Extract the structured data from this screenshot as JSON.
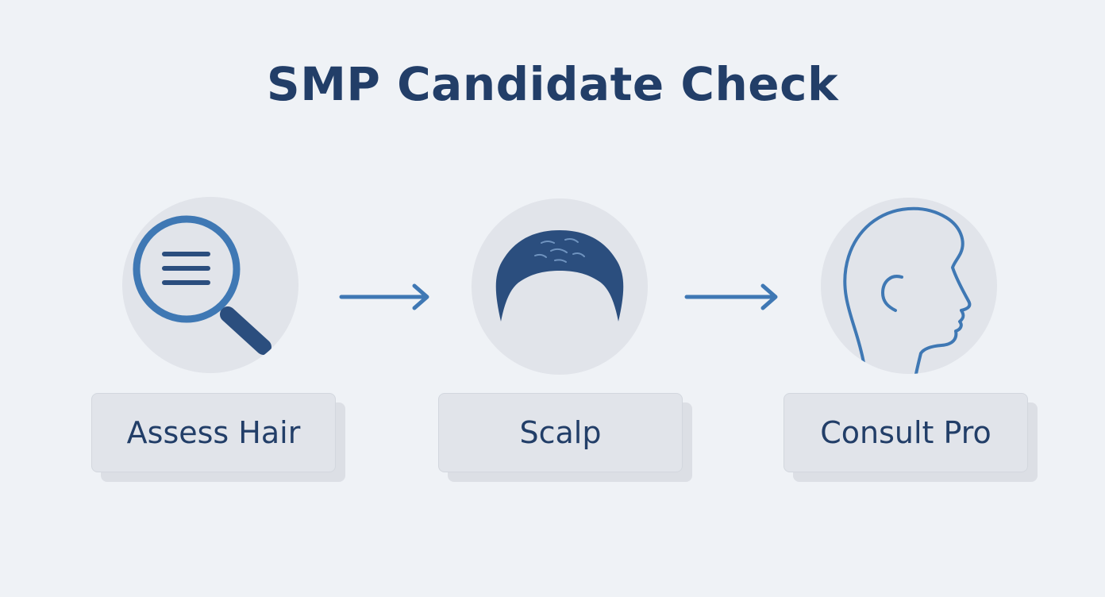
{
  "diagram": {
    "title": "SMP Candidate Check",
    "steps": [
      {
        "label": "Assess Hair",
        "icon": "magnifying-glass-icon"
      },
      {
        "label": "Scalp",
        "icon": "hair-icon"
      },
      {
        "label": "Consult Pro",
        "icon": "head-profile-icon"
      }
    ],
    "colors": {
      "title": "#223e68",
      "icon_light": "#3f78b4",
      "icon_dark": "#2b4e7e",
      "circle": "#e1e4ea",
      "card": "#e1e4ea",
      "background": "#eff2f6"
    }
  }
}
